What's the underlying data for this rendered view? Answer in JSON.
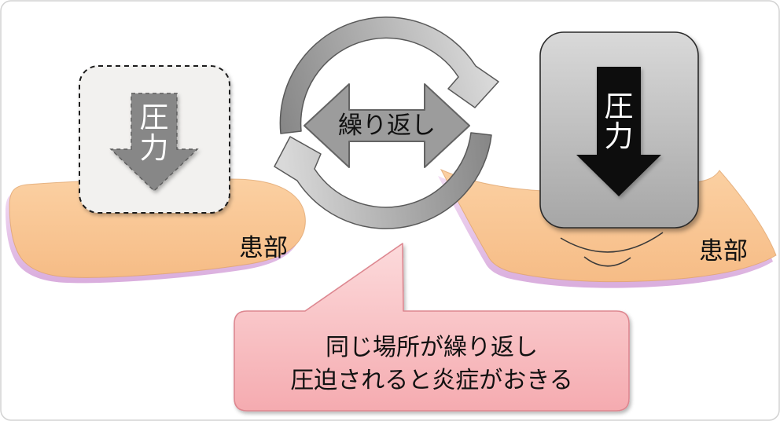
{
  "left": {
    "pressure_char_top": "圧",
    "pressure_char_bottom": "力",
    "patch_label": "患部"
  },
  "right": {
    "pressure_char_top": "圧",
    "pressure_char_bottom": "力",
    "patch_label": "患部"
  },
  "cycle": {
    "label": "繰り返し"
  },
  "callout": {
    "line1": "同じ場所が繰り返し",
    "line2": "圧迫されると炎症がおきる"
  },
  "colors": {
    "skin_light": "#fbd0a2",
    "skin_dark": "#f6bc86",
    "skin_edge": "#dd9f66",
    "lavender_light": "#f3ddf4",
    "lavender_dark": "#d9addd",
    "left_box_fill": "#f2f1ef",
    "left_box_border": "#1c1c1c",
    "left_arrow_fill": "#878787",
    "gray_box_top": "#d9d9d9",
    "gray_box_bottom": "#a6a6a6",
    "gray_box_border": "#2b2b2b",
    "black_arrow": "#0c0c0c",
    "cycle_dark": "#868686",
    "cycle_light": "#d9d9d9",
    "cycle_border": "#595959",
    "double_arrow_fill": "#9c9c9c",
    "double_arrow_border": "#646464",
    "callout_top": "#fcdadb",
    "callout_bottom": "#f5abb0",
    "callout_border": "#dd8790",
    "indentation_line": "#3a3a3a",
    "slide_border": "#d2d2d2"
  }
}
